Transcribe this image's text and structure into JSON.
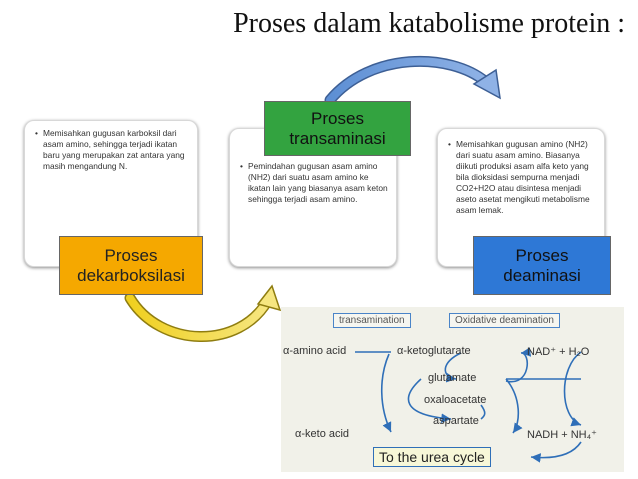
{
  "title": "Proses dalam katabolisme protein :",
  "cards": {
    "dekarboksilasi": {
      "label_line1": "Proses",
      "label_line2": "dekarboksilasi",
      "text": "Memisahkan gugusan karboksil dari asam amino, sehingga terjadi ikatan baru yang merupakan zat antara yang masih mengandung N."
    },
    "transaminasi": {
      "label_line1": "Proses",
      "label_line2": "transaminasi",
      "text": "Pemindahan gugusan asam amino (NH2) dari suatu asam amino ke ikatan lain yang biasanya asam keton sehingga terjadi asam amino."
    },
    "deaminasi": {
      "label_line1": "Proses",
      "label_line2": "deaminasi",
      "text": "Memisahkan gugusan amino (NH2) dari suatu asam amino. Biasanya diikuti produksi asam alfa keto yang bila dioksidasi sempurna menjadi CO2+H2O atau disintesa menjadi aseto asetat mengikuti metabolisme asam lemak."
    }
  },
  "colors": {
    "dekarboksilasi": "#f5a800",
    "transaminasi": "#33a340",
    "deaminasi": "#2e78d6"
  },
  "reaction": {
    "tag_left": "transamination",
    "tag_right": "Oxidative deamination",
    "alpha_amino_acid": "α-amino acid",
    "alpha_ketoglutarate": "α-ketoglutarate",
    "nad_plus": "NAD⁺ + H₂O",
    "glutamate": "glutamate",
    "oxaloacetate": "oxaloacetate",
    "aspartate": "aspartate",
    "alpha_keto_acid": "α-keto acid",
    "nadh": "NADH + NH₄⁺",
    "urea_cycle": "To the urea cycle"
  }
}
